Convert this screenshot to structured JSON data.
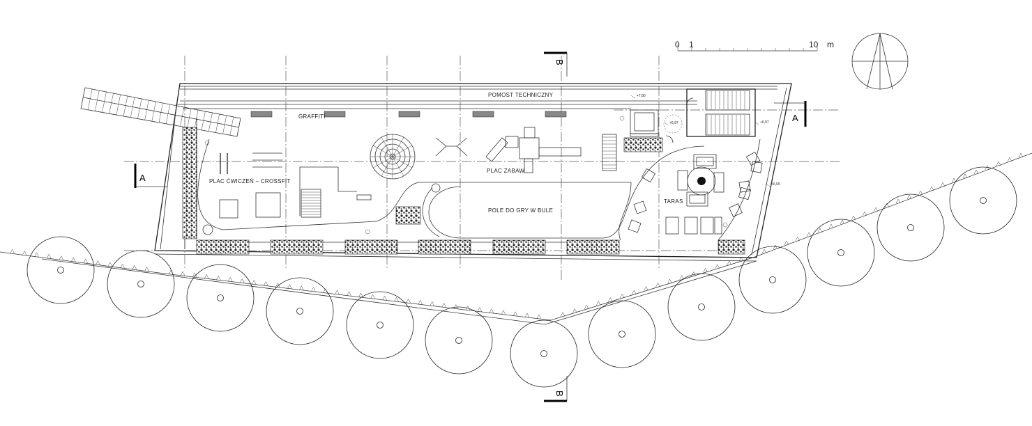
{
  "labels": {
    "pomost": "POMOST TECHNICZNY",
    "graffiti": "GRAFFITI",
    "plac_cwiczen": "PLAC ĆWICZEŃ – CROSSFIT",
    "plac_zabaw": "PLAC ZABAW",
    "pole_bule": "POLE DO GRY W BULE",
    "taras": "TARAS"
  },
  "levels": {
    "pomost": "+7,80",
    "landing_a": "+6,97",
    "landing_b": "+6,97",
    "terrace": "+6,00"
  },
  "section_marks": {
    "a_left": "A",
    "a_right": "A",
    "b_top": "B",
    "b_bottom": "B"
  },
  "scale_bar": {
    "zero": "0",
    "one": "1",
    "ten": "10",
    "unit": "m"
  },
  "colors": {
    "line": "#222222",
    "background": "#ffffff"
  }
}
